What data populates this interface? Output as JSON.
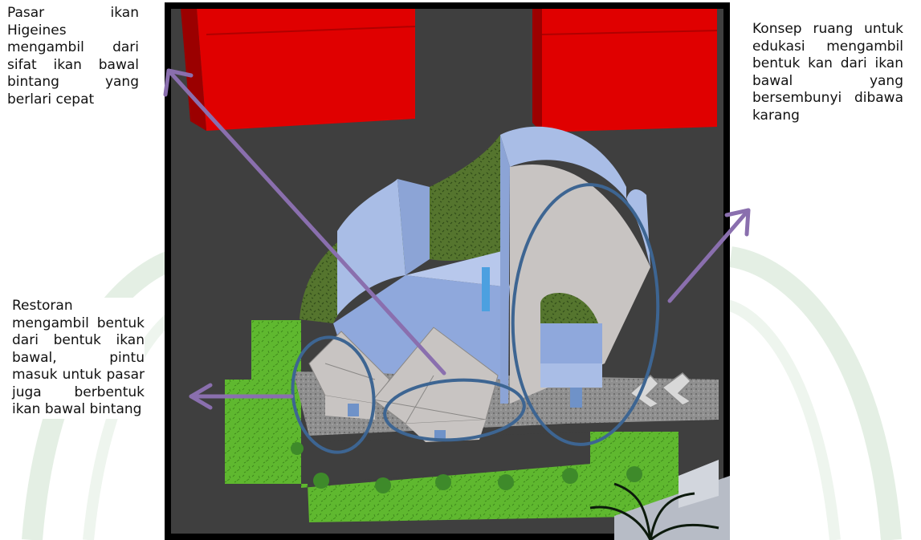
{
  "annotations": {
    "pasar": "Pasar ikan Higeines mengambil dari sifat ikan bawal bintang yang berlari cepat",
    "restoran": "Restoran mengambil bentuk dari bentuk ikan bawal, pintu masuk untuk pasar juga berbentuk ikan bawal bintang",
    "edukasi": "Konsep ruang untuk edukasi mengambil bentuk kan dari ikan bawal yang bersembunyi dibawa karang"
  },
  "colors": {
    "arrow": "#8a6fae",
    "ellipse": "#3d6592",
    "frame": "#000000",
    "ground": "#3f3f3f",
    "roof_red": "#e00000",
    "grass": "#5fb82f",
    "wall_blue": "#a9bde6",
    "wall_grey": "#c8c4c2"
  }
}
